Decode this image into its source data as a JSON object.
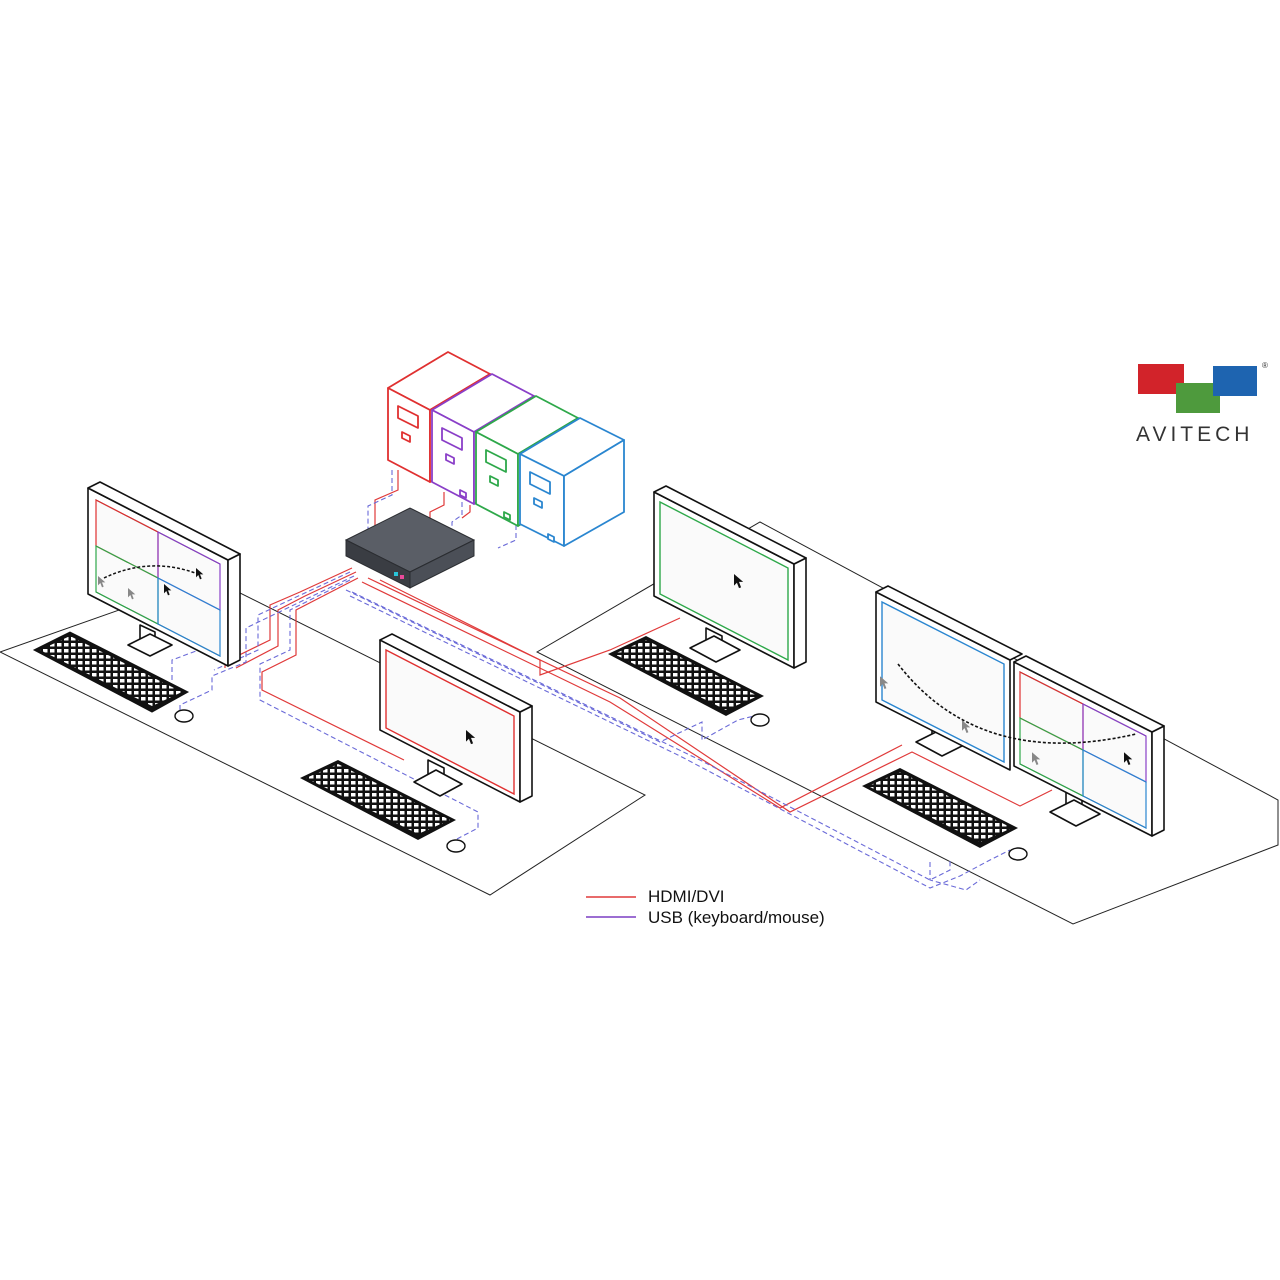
{
  "brand": {
    "name": "AVITECH",
    "registered_mark": "®",
    "colors": {
      "red": "#d2232a",
      "green": "#4e9a3d",
      "blue": "#1e64b0"
    }
  },
  "legend": {
    "items": [
      {
        "label": "HDMI/DVI",
        "color": "#e03a3a"
      },
      {
        "label": "USB (keyboard/mouse)",
        "color": "#7b3fc4"
      }
    ]
  },
  "computers": [
    {
      "color": "#e03030",
      "icon": "tower-pc-icon"
    },
    {
      "color": "#8a3fc8",
      "icon": "tower-pc-icon"
    },
    {
      "color": "#2ea84a",
      "icon": "tower-pc-icon"
    },
    {
      "color": "#2a86d0",
      "icon": "tower-pc-icon"
    }
  ],
  "switch_unit": {
    "icon": "kvm-switch-icon",
    "body_color": "#4b4f57"
  }
}
